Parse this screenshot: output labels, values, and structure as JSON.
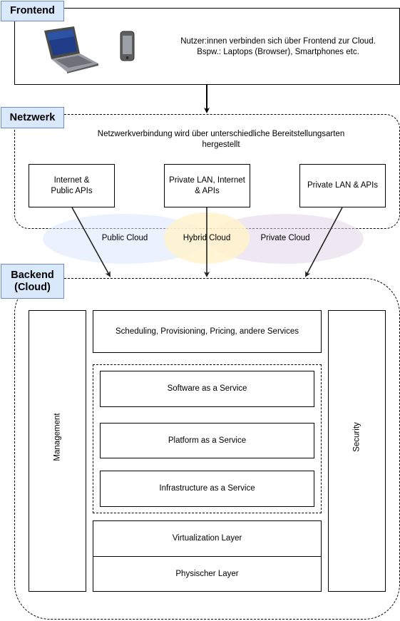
{
  "frontend": {
    "tag": "Frontend",
    "description_line1": "Nutzer:innen verbinden sich über Frontend zur Cloud.",
    "description_line2": "Bspw.: Laptops (Browser), Smartphones etc.",
    "laptop_icon": "laptop-icon",
    "smartphone_icon": "smartphone-icon"
  },
  "network": {
    "tag": "Netzwerk",
    "description_line1": "Netzwerkverbindung wird über unterschiedliche Bereitstellungsarten",
    "description_line2": "hergestellt",
    "box_left_line1": "Internet &",
    "box_left_line2": "Public APIs",
    "box_middle_line1": "Private LAN, Internet",
    "box_middle_line2": "& APIs",
    "box_right": "Private LAN & APIs"
  },
  "clouds": {
    "public": "Public Cloud",
    "hybrid": "Hybrid Cloud",
    "private": "Private Cloud",
    "public_color": "#dae8fc",
    "hybrid_color": "#fff2cc",
    "private_color": "#e1d5e7"
  },
  "backend": {
    "tag_line1": "Backend",
    "tag_line2": "(Cloud)",
    "management": "Management",
    "security": "Security",
    "scheduling": "Scheduling, Provisioning, Pricing, andere Services",
    "saas": "Software as a Service",
    "paas": "Platform as a Service",
    "iaas": "Infrastructure as a Service",
    "virtualization": "Virtualization Layer",
    "physical": "Physischer Layer"
  }
}
